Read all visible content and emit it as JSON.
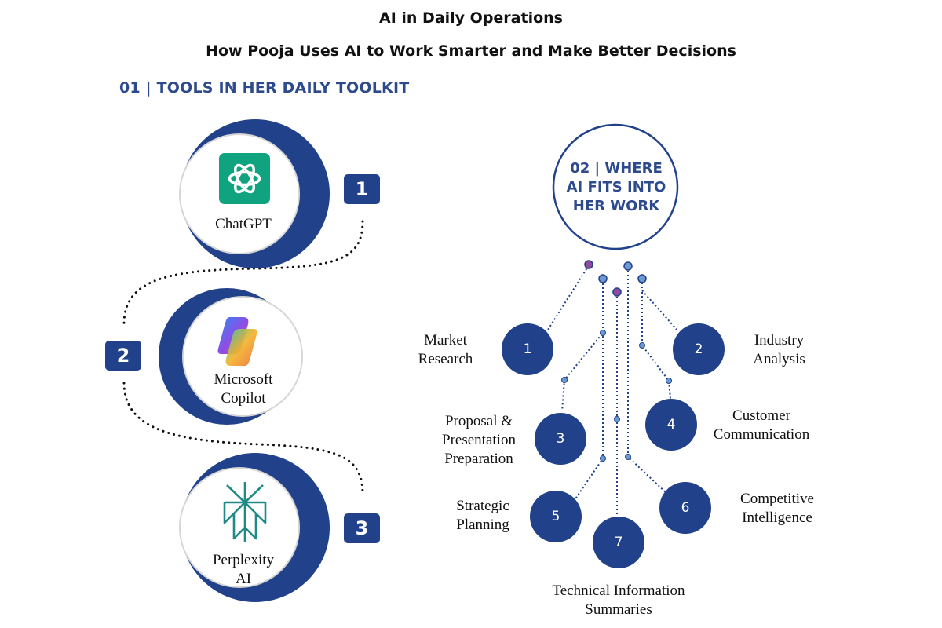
{
  "header": {
    "title": "AI in Daily Operations",
    "subtitle": "How Pooja Uses AI to Work Smarter and Make Better Decisions"
  },
  "section1": {
    "heading": "01 | TOOLS IN HER DAILY TOOLKIT",
    "tools": [
      {
        "number": "1",
        "name": "ChatGPT",
        "icon": "chatgpt-logo-icon"
      },
      {
        "number": "2",
        "name_line1": "Microsoft",
        "name_line2": "Copilot",
        "icon": "copilot-logo-icon"
      },
      {
        "number": "3",
        "name_line1": "Perplexity",
        "name_line2": "AI",
        "icon": "perplexity-logo-icon"
      }
    ]
  },
  "section2": {
    "heading_line1": "02 | WHERE",
    "heading_line2": "AI FITS INTO",
    "heading_line3": "HER WORK",
    "areas": [
      {
        "number": "1",
        "line1": "Market",
        "line2": "Research"
      },
      {
        "number": "2",
        "line1": "Industry",
        "line2": "Analysis"
      },
      {
        "number": "3",
        "line1": "Proposal &",
        "line2": "Presentation",
        "line3": "Preparation"
      },
      {
        "number": "4",
        "line1": "Customer",
        "line2": "Communication"
      },
      {
        "number": "5",
        "line1": "Strategic",
        "line2": "Planning"
      },
      {
        "number": "6",
        "line1": "Competitive",
        "line2": "Intelligence"
      },
      {
        "number": "7",
        "line1": "Technical Information",
        "line2": "Summaries"
      }
    ]
  },
  "colors": {
    "navy": "#21418a",
    "heading_blue": "#2c4a8c",
    "chatgpt_green": "#10a37f",
    "perplexity_teal": "#1f8a86",
    "pin_purple": "#8e4c9c",
    "pin_blue": "#6a9ad0"
  }
}
